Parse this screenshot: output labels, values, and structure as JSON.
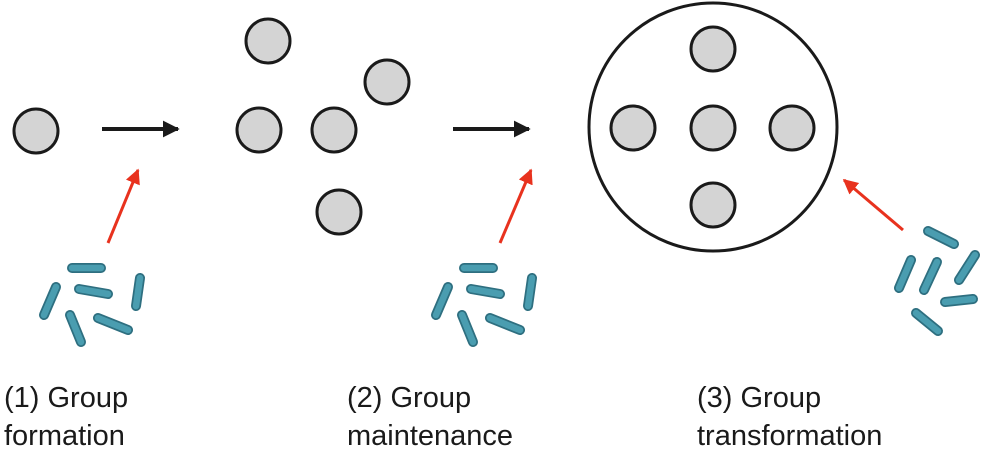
{
  "colors": {
    "cell_fill": "#d4d4d4",
    "cell_stroke": "#1a1a1a",
    "arrow_black": "#1a1a1a",
    "arrow_red": "#e8321e",
    "bacteria_fill": "#4a9db0",
    "bacteria_stroke": "#2e6f80",
    "boundary_stroke": "#1a1a1a"
  },
  "icons": {
    "cell": "gray-circle",
    "bacteria": "rod-shaped-bacteria-cluster",
    "transition": "black-right-arrow",
    "influence": "red-arrow"
  },
  "stages": [
    {
      "label_line1": "(1) Group",
      "label_line2": "formation"
    },
    {
      "label_line1": "(2) Group",
      "label_line2": "maintenance"
    },
    {
      "label_line1": "(3) Group",
      "label_line2": "transformation"
    }
  ]
}
